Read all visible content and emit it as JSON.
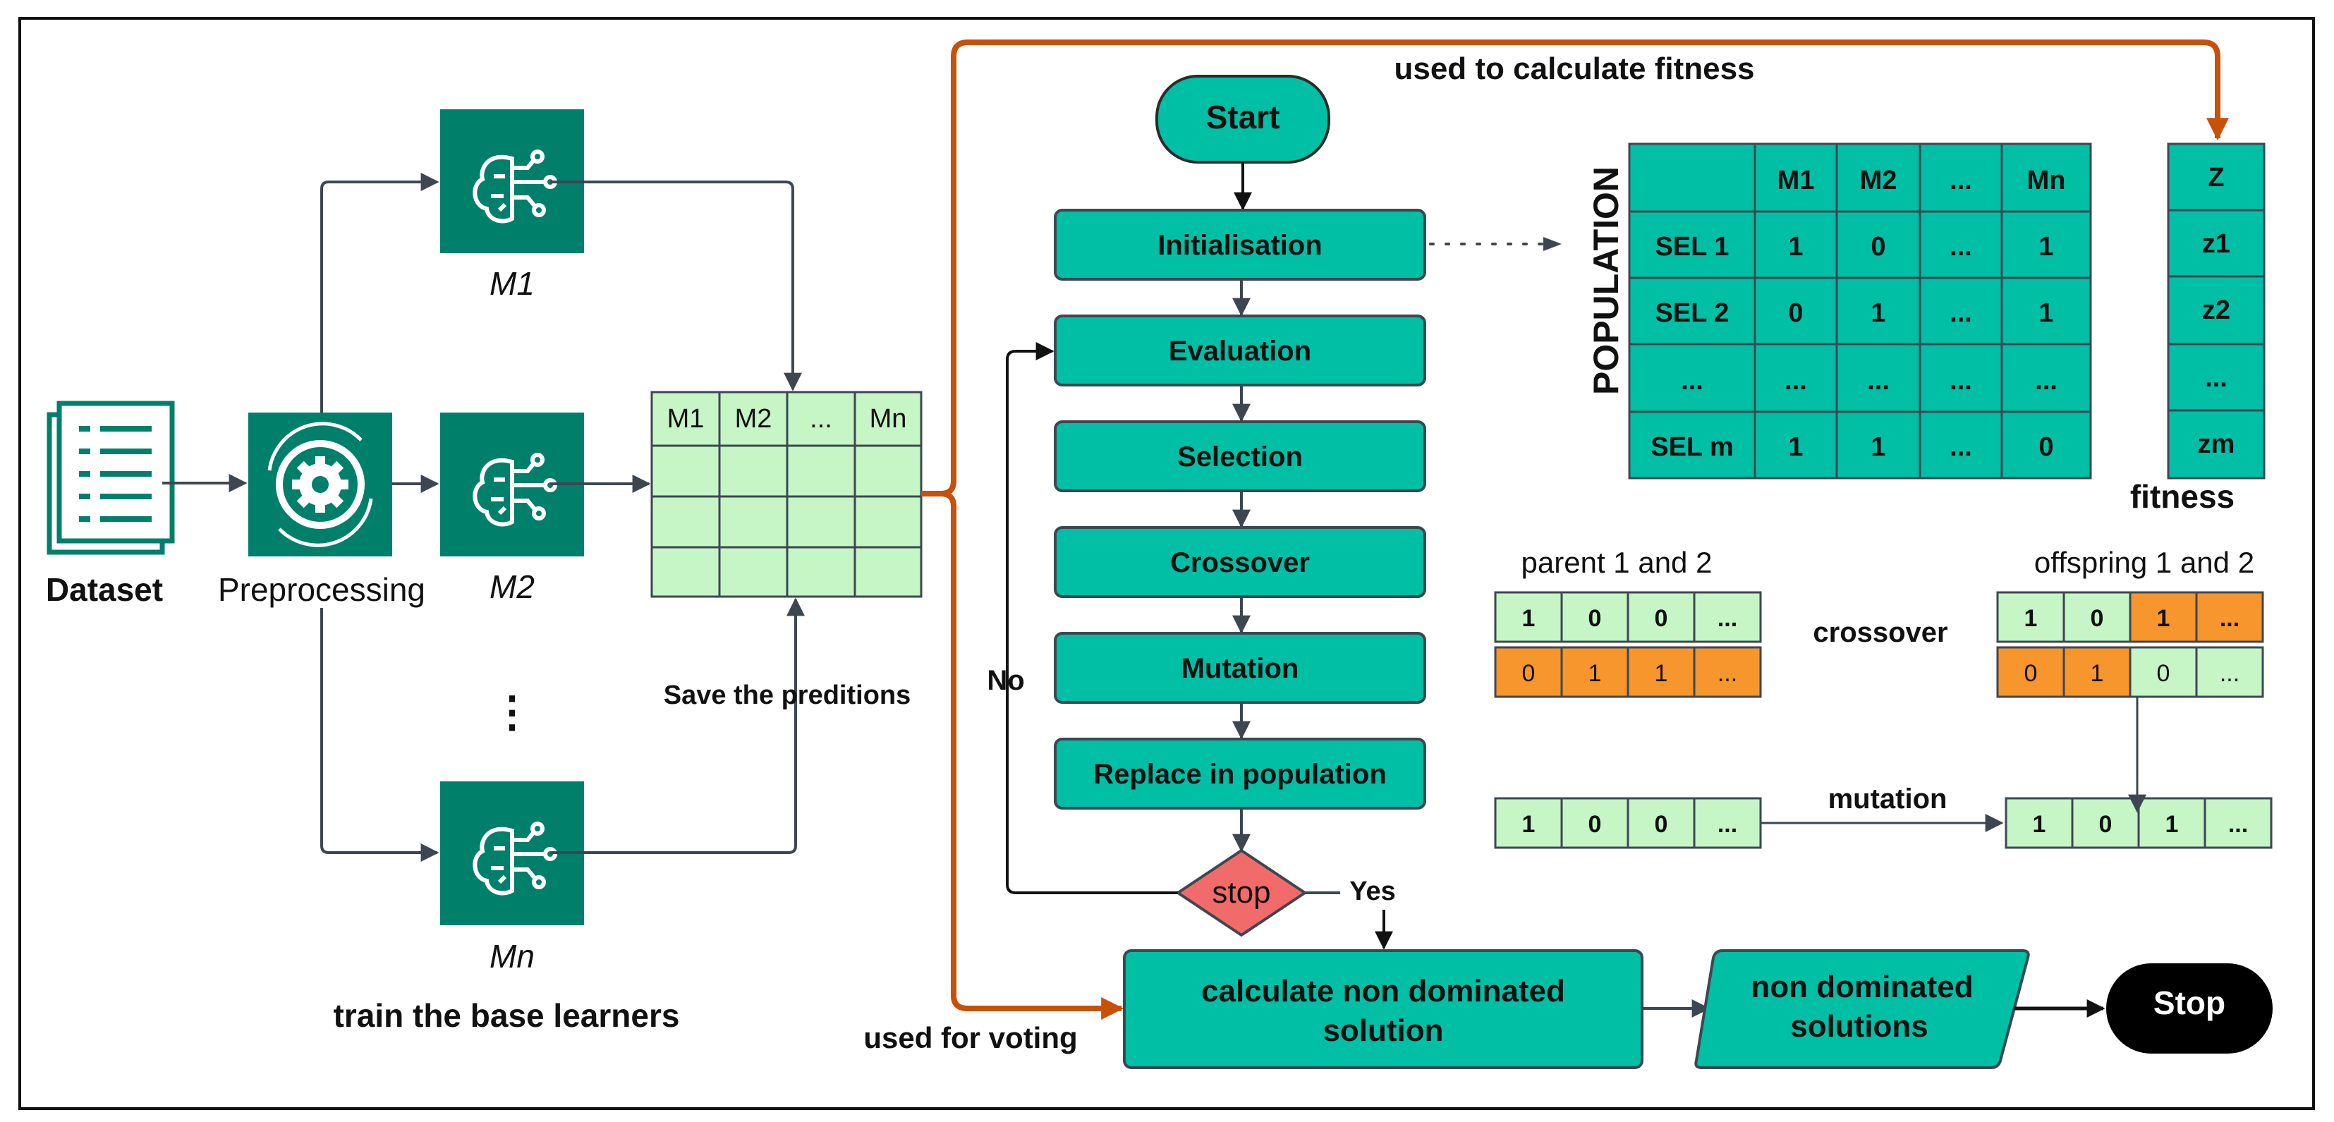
{
  "colors": {
    "teal": "#00BFA5",
    "dark_teal": "#007F6B",
    "light_green": "#C6F5C6",
    "orange_cell": "#F7962C",
    "orange_arrow": "#C85009",
    "stop_red": "#F26B6B",
    "gray_line": "#3D4752",
    "black": "#000000"
  },
  "left": {
    "dataset_label": "Dataset",
    "preprocessing_label": "Preprocessing",
    "models": [
      {
        "label": "M1",
        "icon": "brain-circuit-icon"
      },
      {
        "label": "M2",
        "icon": "brain-circuit-icon"
      },
      {
        "label": "Mn",
        "icon": "brain-circuit-icon"
      }
    ],
    "vertical_dots": "⋮",
    "train_label": "train the base learners",
    "pred_table_headers": [
      "M1",
      "M2",
      "...",
      "Mn"
    ],
    "save_label": "Save the preditions",
    "icons": {
      "dataset": "document-icon",
      "preprocessing": "gear-cycle-icon"
    }
  },
  "arrows": {
    "fitness_label": "used to calculate fitness",
    "voting_label": "used for voting"
  },
  "flow": {
    "start": "Start",
    "steps": [
      "Initialisation",
      "Evaluation",
      "Selection",
      "Crossover",
      "Mutation",
      "Replace in population"
    ],
    "stop_decision": "stop",
    "no_label": "No",
    "yes_label": "Yes",
    "calc_label_1": "calculate non dominated",
    "calc_label_2": "solution",
    "nd_label_1": "non dominated",
    "nd_label_2": "solutions",
    "stop_end": "Stop"
  },
  "population": {
    "title": "POPULATION",
    "headers": [
      "",
      "M1",
      "M2",
      "...",
      "Mn"
    ],
    "rows": [
      [
        "SEL 1",
        "1",
        "0",
        "...",
        "1"
      ],
      [
        "SEL 2",
        "0",
        "1",
        "...",
        "1"
      ],
      [
        "...",
        "...",
        "...",
        "...",
        "..."
      ],
      [
        "SEL m",
        "1",
        "1",
        "...",
        "0"
      ]
    ]
  },
  "fitness": {
    "values": [
      "Z",
      "z1",
      "z2",
      "...",
      "zm"
    ],
    "label": "fitness"
  },
  "genetics": {
    "parent_label": "parent 1 and 2",
    "offspring_label": "offspring 1 and 2",
    "crossover_label": "crossover",
    "mutation_label": "mutation",
    "parent1": [
      "1",
      "0",
      "0",
      "..."
    ],
    "parent2": [
      "0",
      "1",
      "1",
      "..."
    ],
    "offspring1": [
      "1",
      "0",
      "1",
      "..."
    ],
    "offspring2": [
      "0",
      "1",
      "0",
      "..."
    ],
    "mutation_before": [
      "1",
      "0",
      "0",
      "..."
    ],
    "mutation_after": [
      "1",
      "0",
      "1",
      "..."
    ]
  }
}
